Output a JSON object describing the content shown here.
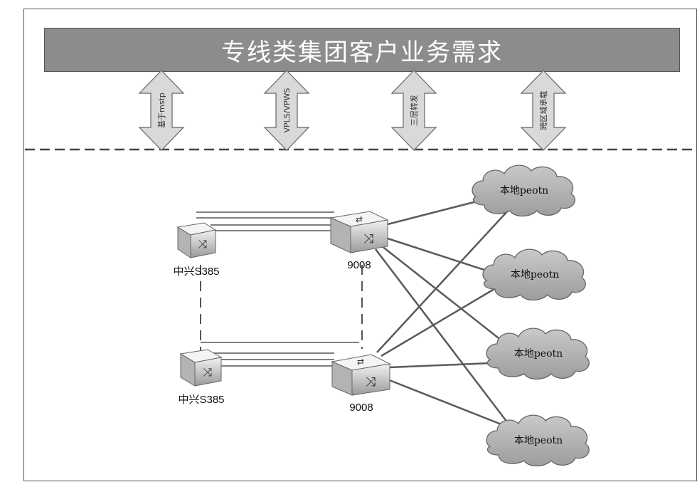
{
  "banner": {
    "title": "专线类集团客户业务需求"
  },
  "service_arrows": [
    {
      "label": "基于mstp"
    },
    {
      "label": "VPLS/VPWS"
    },
    {
      "label": "三层转发"
    },
    {
      "label": "跨区域承载"
    }
  ],
  "devices": {
    "access_top": "中兴S385",
    "access_bottom": "中兴S385",
    "core_top": "9008",
    "core_bottom": "9008"
  },
  "clouds": [
    {
      "label": "本地peotn"
    },
    {
      "label": "本地peotn"
    },
    {
      "label": "本地peotn"
    },
    {
      "label": "本地peotn"
    }
  ],
  "colors": {
    "banner": "#8c8c8c",
    "arrow_fill": "#d9d9d9",
    "cloud_fill": "#b5b5b5",
    "line": "#555555"
  }
}
